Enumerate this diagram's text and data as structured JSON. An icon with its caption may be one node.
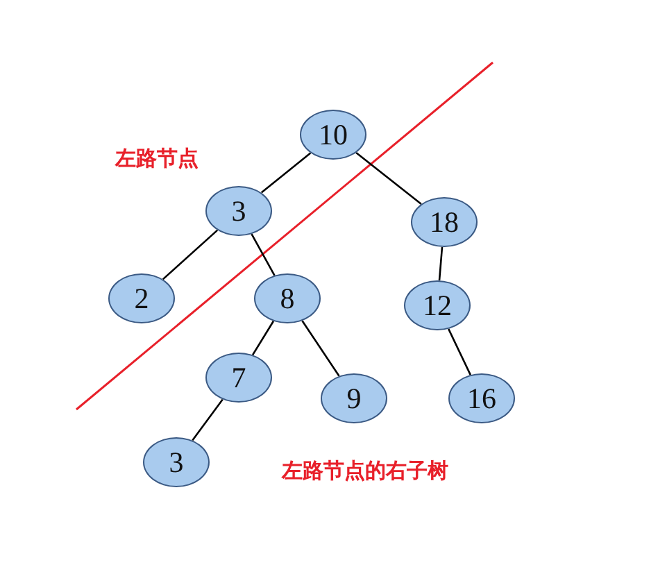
{
  "diagram": {
    "nodes": [
      {
        "text": [
          "10"
        ]
      },
      {
        "text": [
          "3"
        ]
      },
      {
        "text": [
          "18"
        ]
      },
      {
        "text": [
          "2"
        ]
      },
      {
        "text": [
          "8"
        ]
      },
      {
        "text": [
          "12"
        ]
      },
      {
        "text": [
          "7"
        ]
      },
      {
        "text": [
          "9"
        ]
      },
      {
        "text": [
          "16"
        ]
      },
      {
        "text": [
          "3"
        ]
      }
    ],
    "edges": [
      {
        "from": 0,
        "to": 1,
        "arrow": "none"
      },
      {
        "from": 0,
        "to": 2,
        "arrow": "none"
      },
      {
        "from": 1,
        "to": 3,
        "arrow": "none"
      },
      {
        "from": 1,
        "to": 4,
        "arrow": "none"
      },
      {
        "from": 2,
        "to": 5,
        "arrow": "none"
      },
      {
        "from": 4,
        "to": 6,
        "arrow": "none"
      },
      {
        "from": 4,
        "to": 7,
        "arrow": "none"
      },
      {
        "from": 5,
        "to": 8,
        "arrow": "none"
      },
      {
        "from": 6,
        "to": 9,
        "arrow": "none"
      }
    ],
    "labels": [
      "左路节点",
      "左路节点的右子树"
    ]
  }
}
